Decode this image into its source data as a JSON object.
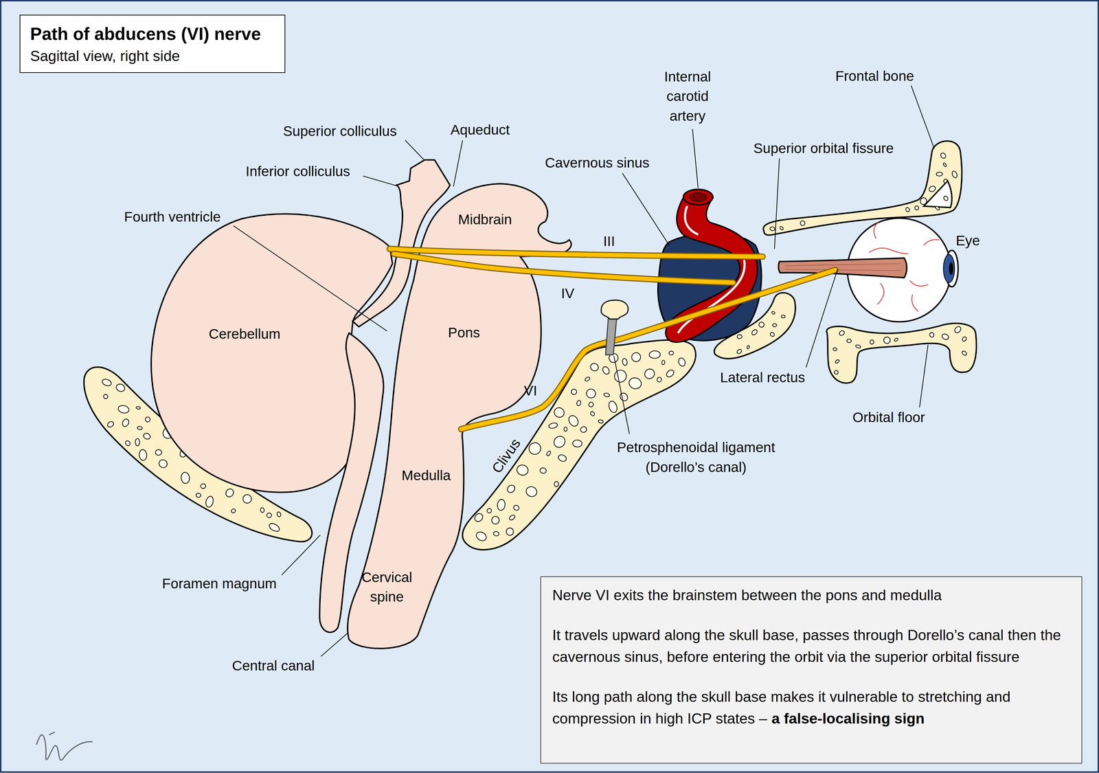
{
  "diagram": {
    "nodes": [
      {
        "text": [
          "Path of abducens (VI) nerve",
          "Sagittal view, right side"
        ]
      },
      {
        "text": [
          "Nerve VI exits the brainstem between the pons and medulla",
          "It travels upward along the skull base, passes through Dorello’s canal then the cavernous sinus, before entering the orbit via the superior orbital fissure",
          "Its long path along the skull base makes it vulnerable to stretching and compression in high ICP states –",
          "a false-localising sign"
        ]
      }
    ],
    "labels": [
      "Superior colliculus",
      "Aqueduct",
      "Internal carotid artery",
      "Frontal bone",
      "Cavernous sinus",
      "Superior orbital fissure",
      "Inferior colliculus",
      "Fourth ventricle",
      "Midbrain",
      "III",
      "Eye",
      "IV",
      "Cerebellum",
      "Pons",
      "Lateral rectus",
      "VI",
      "Orbital floor",
      "Petrosphenoidal ligament (Dorello’s canal)",
      "Clivus",
      "Medulla",
      "Foramen magnum",
      "Cervical spine",
      "Central canal"
    ]
  }
}
